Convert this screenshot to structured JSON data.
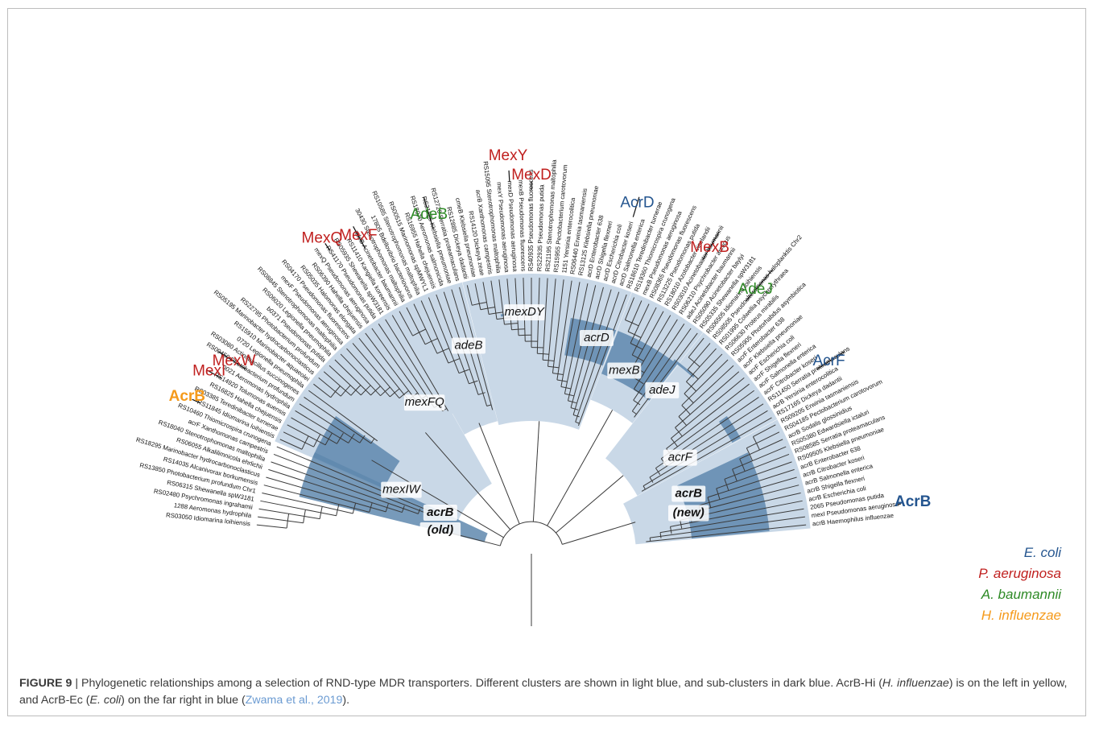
{
  "figure": {
    "label": "FIGURE 9",
    "caption_parts": [
      {
        "t": "Phylogenetic relationships among a selection of RND-type MDR transporters. Different clusters are shown in light blue, and sub-clusters in dark blue. AcrB-Hi ("
      },
      {
        "t": "H. influenzae",
        "i": true
      },
      {
        "t": ") is on the left in yellow, and AcrB-Ec ("
      },
      {
        "t": "E. coli",
        "i": true
      },
      {
        "t": ") on the far right in blue ("
      },
      {
        "t": "Zwama et al., 2019",
        "cite": true
      },
      {
        "t": ")."
      }
    ]
  },
  "colors": {
    "ecoli": "#24558f",
    "paeruginosa": "#c0201f",
    "abaumannii": "#2e8a26",
    "hinfluenzae": "#f59a1b",
    "cluster_light": "#c9d8e7",
    "cluster_dark": "#5f88ae",
    "branch": "#3a3a3a"
  },
  "legend": [
    {
      "label": "E. coli",
      "color_key": "ecoli"
    },
    {
      "label": "P. aeruginosa",
      "color_key": "paeruginosa"
    },
    {
      "label": "A. baumannii",
      "color_key": "abaumannii"
    },
    {
      "label": "H. influenzae",
      "color_key": "hinfluenzae"
    }
  ],
  "protein_labels": [
    {
      "text": "MexY",
      "color_key": "paeruginosa",
      "leaf": 48
    },
    {
      "text": "MexD",
      "color_key": "paeruginosa",
      "leaf": 50
    },
    {
      "text": "AcrD",
      "color_key": "ecoli",
      "leaf": 60
    },
    {
      "text": "MexB",
      "color_key": "paeruginosa",
      "leaf": 68
    },
    {
      "text": "AdeJ",
      "color_key": "abaumannii",
      "leaf": 74
    },
    {
      "text": "AcrF",
      "color_key": "ecoli",
      "leaf": 84
    },
    {
      "text": "AcrB",
      "color_key": "ecoli",
      "leaf": 99,
      "bold": true
    },
    {
      "text": "AdeB",
      "color_key": "abaumannii",
      "leaf": 40
    },
    {
      "text": "MexF",
      "color_key": "paeruginosa",
      "leaf": 33
    },
    {
      "text": "MexQ",
      "color_key": "paeruginosa",
      "leaf": 30
    },
    {
      "text": "MexW",
      "color_key": "paeruginosa",
      "leaf": 16
    },
    {
      "text": "MexI",
      "color_key": "paeruginosa",
      "leaf": 14
    },
    {
      "text": "AcrB",
      "color_key": "hinfluenzae",
      "leaf": 11,
      "bold": true
    }
  ],
  "cluster_labels": [
    {
      "text": "mexDY",
      "leaf": 49
    },
    {
      "text": "acrD",
      "leaf": 60
    },
    {
      "text": "mexB",
      "leaf": 66
    },
    {
      "text": "adeB",
      "leaf": 40
    },
    {
      "text": "mexFQ",
      "leaf": 29
    },
    {
      "text": "adeJ",
      "leaf": 73
    },
    {
      "text": "acrF",
      "leaf": 84
    },
    {
      "text": "acrB",
      "leaf": 93
    },
    {
      "text": "(new)",
      "leaf": 93
    },
    {
      "text": "mexIW",
      "leaf": 12
    },
    {
      "text": "acrB",
      "leaf": 8
    },
    {
      "text": "(old)",
      "leaf": 8
    }
  ],
  "leaves": [
    "RS03050 Idiomarina loihiensis",
    "1288 Aeromonas hydrophila",
    "RS02480 Psychromonas ingrahamii",
    "RS06315 Shewanella spW3181",
    "RS13850 Photobacterium profundum Chr1",
    "RS14035 Alcanivorax borkumensis",
    "RS18295 Marinobacter hydrocarbonoclasticus",
    "RS06055 Alkalilimnicola ehrlichii",
    "RS18040 Stenotrophomonas maltophilia",
    "acrF Xanthomonas campestris",
    "RS10460 Thiomicrospira crunogena",
    "RS11845 Idiomarina loihiensis",
    "RS03385 Teredinibacter turnerae",
    "RS16825 Hahella chejuensis",
    "RS14920 Tolumonas auensis",
    "0021 Aeromonas hydrophila",
    "RS00450 Photobacterium profundum",
    "RS03080 Actinobacillus succinogenes",
    "0720 Legionella pneumophila",
    "RS15910 Marinobacter aquaeolei",
    "RS05195 Marinobacter hydrocarbonoclasticus",
    "RS22795 Photobacterium profundum",
    "b0371 Pseudomonas putida",
    "RS06020 Legionella pneumophila",
    "RS08845 Stenotrophomonas maltophilia",
    "mexF Pseudomonas aeruginosa",
    "RS04170 Pseudomonas fluorescens",
    "RS05035 Halomonas elongata",
    "RS06390 Hahella chejuensis",
    "mexQ Pseudomonas aeruginosa",
    "RS41170 Pseudomonas putida",
    "RS05935 Shewanella spW3181",
    "RS11410 Kangiella koreensis",
    "adeB Acinetobacter baumannii",
    "30430 Stenotrophomonas maltophilia",
    "17805 Bdellovibrio bacteriovorus",
    "RS10585 Stenotrophomonas maltophilia",
    "RS00515 Marinomonas spMWYL1",
    "RS16955 Hahella chejuensis",
    "RS18070 Aeromonas salmonicida",
    "RS21125 Klebsiella pneumoniae",
    "RS12720 Serratia proteamaculans",
    "RS12885 Dickeya dadantii",
    "cmeB Klebsiella pneumoniae",
    "RS14120 Dickeya zeae",
    "acrB Xanthomonas campestris",
    "RS15095 Stenotrophomonas maltophilia",
    "mexY Pseudomonas aeruginosa",
    "mexD Pseudomonas aeruginosa",
    "mexB Pseudomonas fluorescens",
    "RS40935 Pseudomonas fluorescens",
    "RS22935 Pseudomonas putida",
    "RS21195 Stenotrophomonas maltophilia",
    "RS15955 Pectobacterium carotovorum",
    "1151 Yersinia enterocolitica",
    "RS06440 Erwinia tasmaniensis",
    "RS13125 Klebsiella pneumoniae",
    "acrD Enterobacter 638",
    "acrD Shigella flexneri",
    "acrD Escherichia coli",
    "acrD Citrobacter koseri",
    "acrD Salmonella enterica",
    "RS18610 Teredinibacter turnerae",
    "RS19360 Thiomicrospira crunogena",
    "mexB Pseudomonas aeruginosa",
    "RS08365 Pseudomonas fluorescens",
    "RS13225 Pseudomonas putida",
    "RS18010 Azotobacter vinelandii",
    "RS03010 Acinetobacter baumannii",
    "RS06210 Psychrobacter arcticus",
    "adeJ Acinetobacter baumannii",
    "RS05090 Acinetobacter baylyi",
    "RS05335 Shewanella spW3181",
    "RS06505 Idiomarina loihiensis",
    "RS08505 Pseudoalteromonas haloplanktis Chr2",
    "RS01995 Colwellia psychrerythraea",
    "RS06630 Proteus mirabilis",
    "RS05905 Photorhabdus asymbiotica",
    "acrF Enterobacter 638",
    "acrF Klebsiella pneumoniae",
    "acrF Escherichia coli",
    "acrF Shigella flexneri",
    "acrF Salmonella enterica",
    "acrF Citrobacter koseri",
    "RS11450 Serratia proteamaculans",
    "acrB Yersinia enterocolitica",
    "RS17165 Dickeya dadantii",
    "RS09205 Erwinia tasmaniensis",
    "RS04185 Pectobacterium carotovorum",
    "acrB Sodalis glossinidius",
    "RS05380 Edwardsiella ictaluri",
    "RS08585 Serratia proteamaculans",
    "RS09505 Klebsiella pneumoniae",
    "acrB Enterobacter 638",
    "acrB Citrobacter koseri",
    "acrB Salmonella enterica",
    "acrB Shigella flexneri",
    "acrB Escherichia coli",
    "2065 Pseudomonas putida",
    "mexI Pseudomonas aeruginosa",
    "acrB Haemophilus influenzae"
  ]
}
